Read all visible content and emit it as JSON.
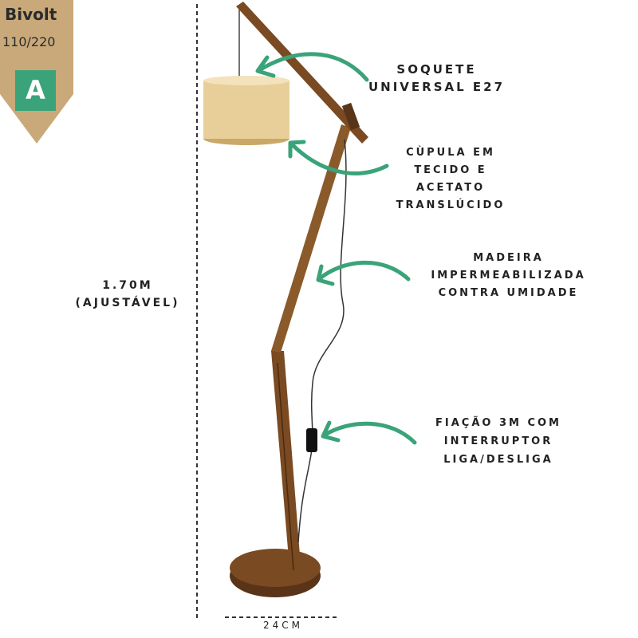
{
  "badge": {
    "title": "Bivolt",
    "voltage": "110/220",
    "grade": "A",
    "colors": {
      "ribbon": "#c9a97a",
      "grade": "#3aa37a"
    }
  },
  "labels": {
    "soquete": [
      "SOQUETE",
      "UNIVERSAL E27"
    ],
    "cupula": [
      "CÙPULA EM",
      "TECIDO E",
      "ACETATO",
      "TRANSLÚCIDO"
    ],
    "madeira": [
      "MADEIRA",
      "IMPERMEABILIZADA",
      "CONTRA UMIDADE"
    ],
    "fiacao": [
      "FIAÇÃO 3M COM",
      "INTERRUPTOR",
      "LIGA/DESLIGA"
    ]
  },
  "dimensions": {
    "height": [
      "1.70M",
      "(AJUSTÁVEL)"
    ],
    "width": "24CM"
  },
  "colors": {
    "arrow": "#3aa37a",
    "wood": "#7a4a22",
    "shade": "#e8cf99"
  }
}
